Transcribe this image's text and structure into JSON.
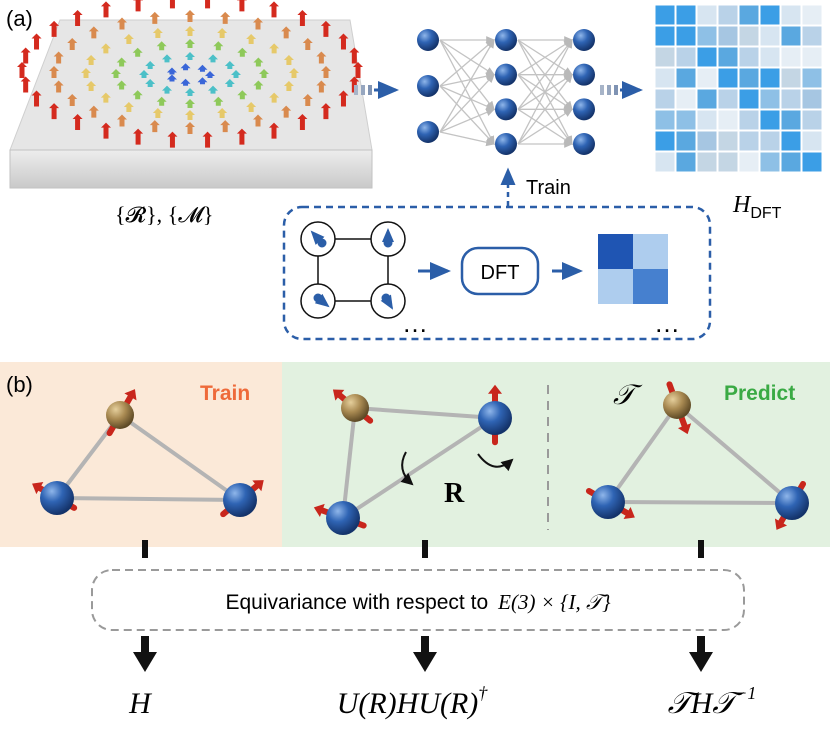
{
  "panel_a": {
    "label": "(a)",
    "config_set_label": "{𝓡}, {𝓜}",
    "train_label": "Train",
    "h_dft_main": "H",
    "h_dft_sub": "DFT",
    "dft_box_label": "DFT",
    "ellipsis_left": "…",
    "ellipsis_right": "…",
    "network_layers": [
      3,
      4,
      4
    ]
  },
  "panel_b": {
    "label": "(b)",
    "train_title": "Train",
    "predict_title": "Predict",
    "time_reversal_symbol": "𝒯",
    "rotation_symbol": "R",
    "equivariance_text": "Equivariance with respect to",
    "equivariance_group": "E(3) × {I, 𝒯}",
    "outputs": {
      "left": "H",
      "middle": "U(R)HU(R)",
      "middle_sup": "†",
      "right": "𝒯H𝒯",
      "right_sup": "−1"
    }
  },
  "colors": {
    "accent_blue": "#2b5ea8",
    "train_orange": "#ee6a3a",
    "predict_green": "#3aaa44",
    "train_bg": "#fbe9d8",
    "predict_bg": "#e2f1e0",
    "arrow_red": "#c8261c",
    "atom_blue": "#2a5fae",
    "atom_gold": "#a98a52"
  }
}
